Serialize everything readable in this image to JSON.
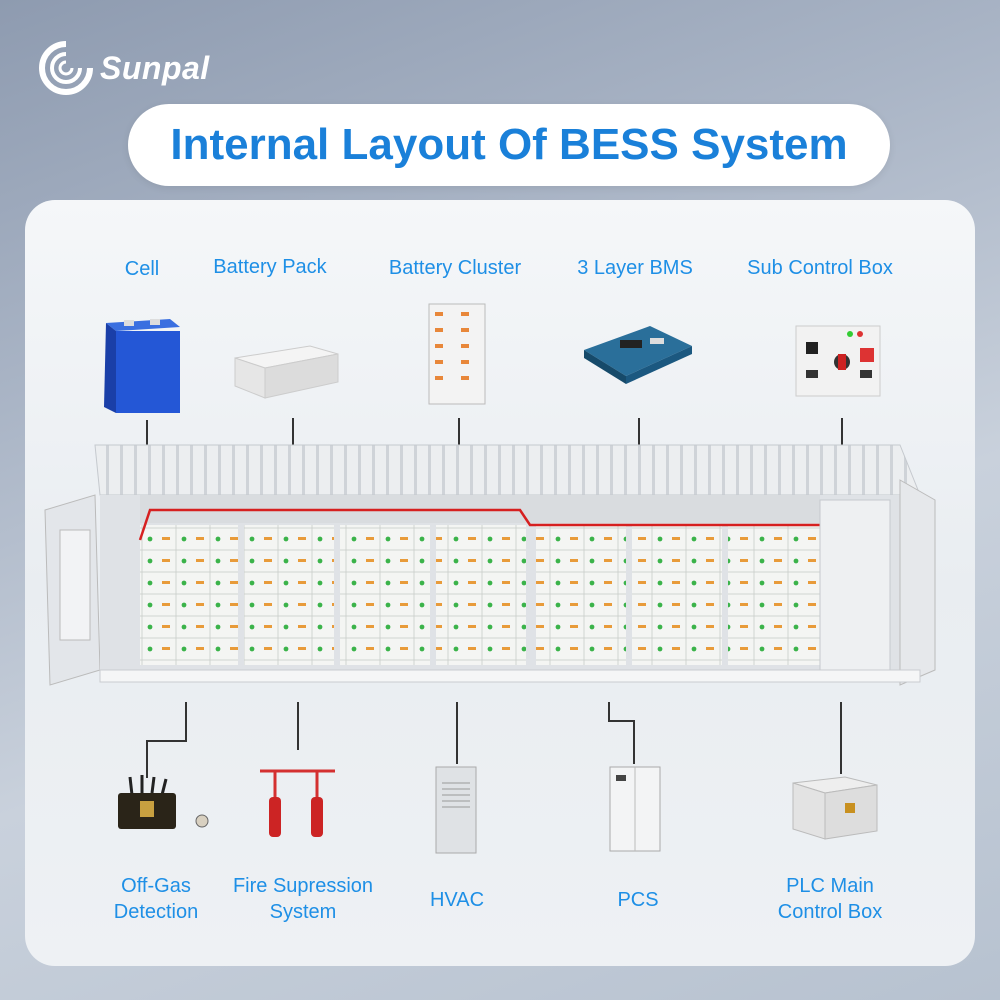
{
  "brand": {
    "logo_text": "Sunpal"
  },
  "title": "Internal Layout Of BESS System",
  "top_components": [
    {
      "label": "Cell"
    },
    {
      "label": "Battery Pack"
    },
    {
      "label": "Battery Cluster"
    },
    {
      "label": "3 Layer BMS"
    },
    {
      "label": "Sub Control Box"
    }
  ],
  "bottom_components": [
    {
      "line1": "Off-Gas",
      "line2": "Detection"
    },
    {
      "line1": "Fire Supression",
      "line2": "System"
    },
    {
      "line1": "HVAC",
      "line2": ""
    },
    {
      "line1": "PCS",
      "line2": ""
    },
    {
      "line1": "PLC Main",
      "line2": "Control Box"
    }
  ],
  "colors": {
    "accent": "#1e8fe6",
    "title": "#1a80d9",
    "cable": "#d62020"
  }
}
